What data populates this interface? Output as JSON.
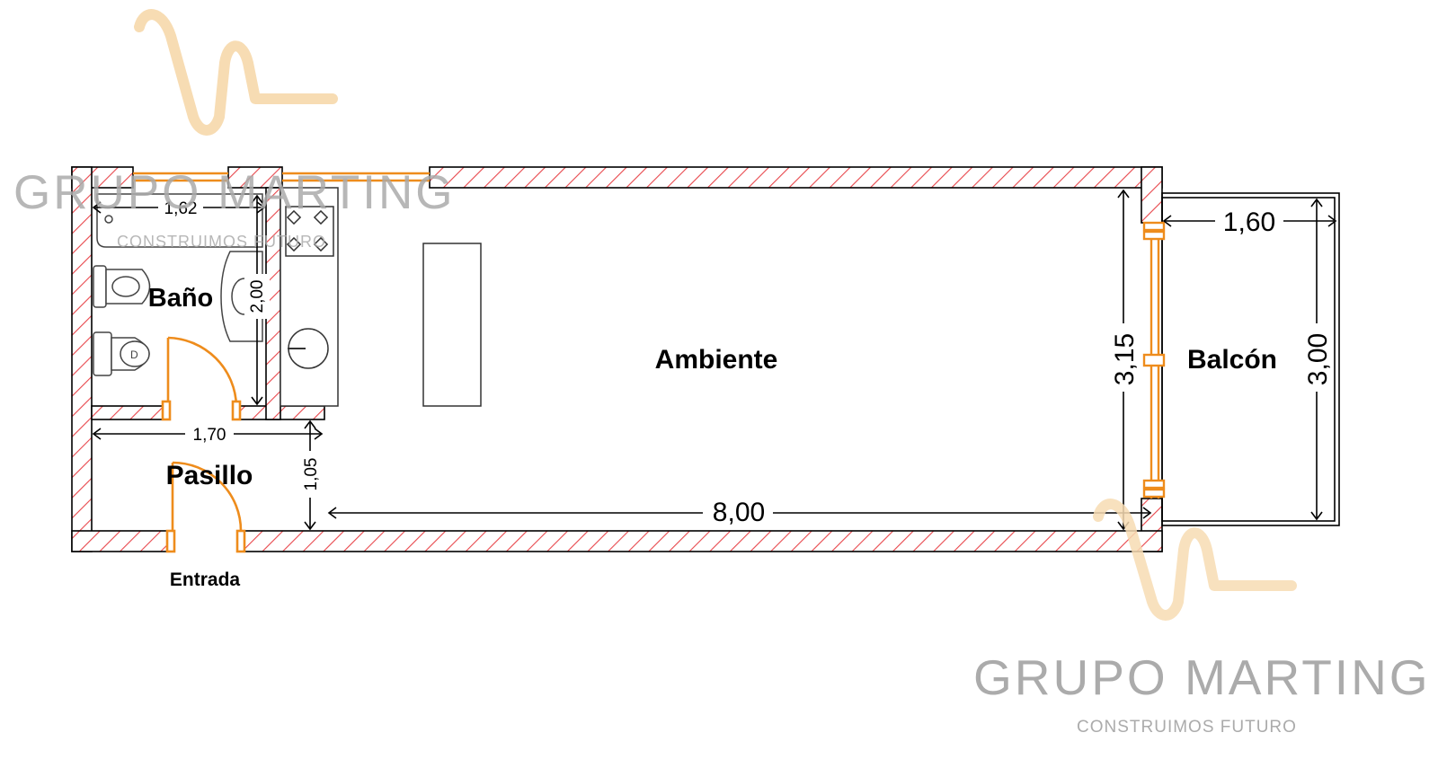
{
  "plan": {
    "rooms": {
      "bano": "Baño",
      "ambiente": "Ambiente",
      "balcon": "Balcón",
      "pasillo": "Pasillo",
      "entrada": "Entrada"
    },
    "dimensions": {
      "bath_width": "1,62",
      "bath_depth": "2,00",
      "hall_width": "1,70",
      "hall_depth": "1,05",
      "total_length": "8,00",
      "room_depth": "3,15",
      "balcony_width": "1,60",
      "balcony_depth": "3,00"
    },
    "colors": {
      "wall_hatch": "#e8474c",
      "door_window": "#ee8c1c",
      "watermark_logo": "#f7dcb3",
      "watermark_text": "#ababab"
    }
  },
  "watermarks": [
    {
      "title": "GRUPO MARTING",
      "subtitle": "CONSTRUIMOS FUTURO"
    },
    {
      "title": "GRUPO MARTING",
      "subtitle": "CONSTRUIMOS FUTURO"
    }
  ]
}
